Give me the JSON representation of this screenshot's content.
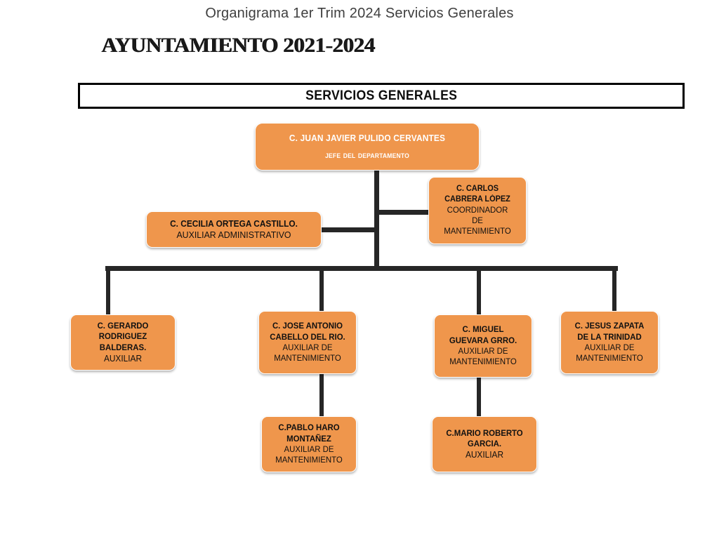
{
  "header": {
    "subtitle": "Organigrama 1er Trim 2024 Servicios Generales",
    "main_title": "AYUNTAMIENTO 2021-2024"
  },
  "title_bar": {
    "label": "SERVICIOS GENERALES"
  },
  "colors": {
    "node_fill": "#EF964C",
    "node_text": "#111111",
    "top_node_text": "#FFFFFF",
    "connector": "#262626",
    "subtitle_text": "#3F3F3F"
  },
  "chart_data": {
    "type": "diagram",
    "title": "SERVICIOS GENERALES",
    "nodes": [
      {
        "id": "jefe",
        "name": "C. JUAN JAVIER PULIDO CERVANTES",
        "role_lines": [
          "Jefe del Departamento"
        ],
        "level": 0,
        "parent": null
      },
      {
        "id": "carlos",
        "name_lines": [
          "C. CARLOS",
          "CABRERA LÓPEZ"
        ],
        "role_lines": [
          "COORDINADOR",
          "DE",
          "MANTENIMIENTO"
        ],
        "level": 1,
        "parent": "jefe"
      },
      {
        "id": "cecilia",
        "name_lines": [
          "C. CECILIA ORTEGA CASTILLO."
        ],
        "role_lines": [
          "AUXILIAR ADMINISTRATIVO"
        ],
        "level": 1,
        "parent": "jefe"
      },
      {
        "id": "gerardo",
        "name_lines": [
          "C. GERARDO",
          "RODRIGUEZ",
          "BALDERAS."
        ],
        "role_lines": [
          "AUXILIAR"
        ],
        "level": 2,
        "parent": "jefe"
      },
      {
        "id": "jose",
        "name_lines": [
          "C. JOSE ANTONIO",
          "CABELLO DEL RIO."
        ],
        "role_lines": [
          "AUXILIAR DE",
          "MANTENIMIENTO"
        ],
        "level": 2,
        "parent": "jefe"
      },
      {
        "id": "miguel",
        "name_lines": [
          "C. MIGUEL",
          "GUEVARA GRRO."
        ],
        "role_lines": [
          "AUXILIAR DE",
          "MANTENIMIENTO"
        ],
        "level": 2,
        "parent": "jefe"
      },
      {
        "id": "jesus",
        "name_lines": [
          "C. JESUS ZAPATA",
          "DE LA TRINIDAD"
        ],
        "role_lines": [
          "AUXILIAR DE",
          "MANTENIMIENTO"
        ],
        "level": 2,
        "parent": "jefe"
      },
      {
        "id": "pablo",
        "name_lines": [
          "C.PABLO HARO",
          "MONTAÑEZ"
        ],
        "role_lines": [
          "AUXILIAR DE",
          "MANTENIMIENTO"
        ],
        "level": 3,
        "parent": "jose"
      },
      {
        "id": "mario",
        "name_lines": [
          "C.MARIO ROBERTO",
          "GARCIA."
        ],
        "role_lines": [
          "AUXILIAR"
        ],
        "level": 3,
        "parent": "miguel"
      }
    ]
  },
  "nodes": {
    "jefe": {
      "l1": "C. JUAN JAVIER PULIDO CERVANTES",
      "l2": "Jefe del Departamento"
    },
    "carlos": {
      "l1": "C. CARLOS",
      "l2": "CABRERA LÓPEZ",
      "l3": "COORDINADOR",
      "l4": "DE",
      "l5": "MANTENIMIENTO"
    },
    "cecilia": {
      "l1": "C. CECILIA ORTEGA CASTILLO.",
      "l2": "AUXILIAR ADMINISTRATIVO"
    },
    "gerardo": {
      "l1": "C. GERARDO",
      "l2": "RODRIGUEZ",
      "l3": "BALDERAS.",
      "l4": "AUXILIAR"
    },
    "jose": {
      "l1": "C. JOSE ANTONIO",
      "l2": "CABELLO DEL RIO.",
      "l3": "AUXILIAR DE",
      "l4": "MANTENIMIENTO"
    },
    "miguel": {
      "l1": "C. MIGUEL",
      "l2": "GUEVARA GRRO.",
      "l3": "AUXILIAR DE",
      "l4": "MANTENIMIENTO"
    },
    "jesus": {
      "l1": "C. JESUS ZAPATA",
      "l2": "DE LA TRINIDAD",
      "l3": "AUXILIAR DE",
      "l4": "MANTENIMIENTO"
    },
    "pablo": {
      "l1": "C.PABLO HARO",
      "l2": "MONTAÑEZ",
      "l3": "AUXILIAR DE",
      "l4": "MANTENIMIENTO"
    },
    "mario": {
      "l1": "C.MARIO ROBERTO",
      "l2": "GARCIA.",
      "l3": "AUXILIAR"
    }
  }
}
